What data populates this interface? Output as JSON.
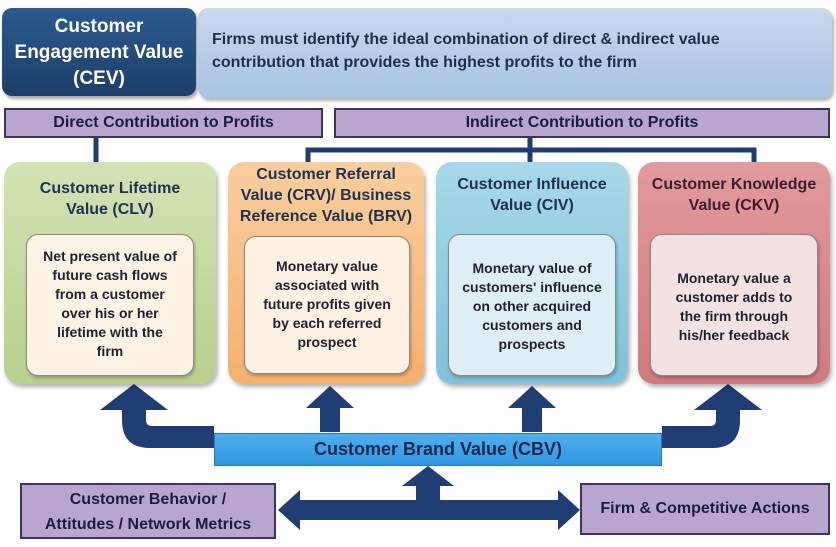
{
  "cev": {
    "title_lines": [
      "Customer",
      "Engagement Value",
      "(CEV)"
    ]
  },
  "firm_message": {
    "lines": [
      "Firms must identify the ideal combination of direct & indirect value",
      "contribution that provides the highest profits to the firm"
    ]
  },
  "direct_label": "Direct Contribution to Profits",
  "indirect_label": "Indirect Contribution to Profits",
  "cards": [
    {
      "title_lines": [
        "Customer Lifetime",
        "Value (CLV)"
      ],
      "body_lines": [
        "Net present value of",
        "future cash flows",
        "from a customer",
        "over his or her",
        "lifetime with the",
        "firm"
      ]
    },
    {
      "title_lines": [
        "Customer Referral",
        "Value (CRV)/ Business",
        "Reference Value (BRV)"
      ],
      "body_lines": [
        "Monetary value",
        "associated with",
        "future profits given",
        "by each referred",
        "prospect"
      ]
    },
    {
      "title_lines": [
        "Customer Influence",
        "Value (CIV)"
      ],
      "body_lines": [
        "Monetary value of",
        "customers' influence",
        "on other acquired",
        "customers and",
        "prospects"
      ]
    },
    {
      "title_lines": [
        "Customer Knowledge",
        "Value (CKV)"
      ],
      "body_lines": [
        "Monetary value a",
        "customer adds to",
        "the firm through",
        "his/her feedback"
      ]
    }
  ],
  "cbv_label": "Customer Brand Value (CBV)",
  "bottom_left_lines": [
    "Customer Behavior /",
    "Attitudes / Network Metrics"
  ],
  "bottom_right_label": "Firm & Competitive Actions",
  "colors": {
    "clv": "#c7d9a3",
    "crv": "#f7bf8a",
    "civ": "#93cde0",
    "ckv": "#d9888a",
    "arrow": "#1f3e73",
    "connector": "#1f3e73"
  }
}
